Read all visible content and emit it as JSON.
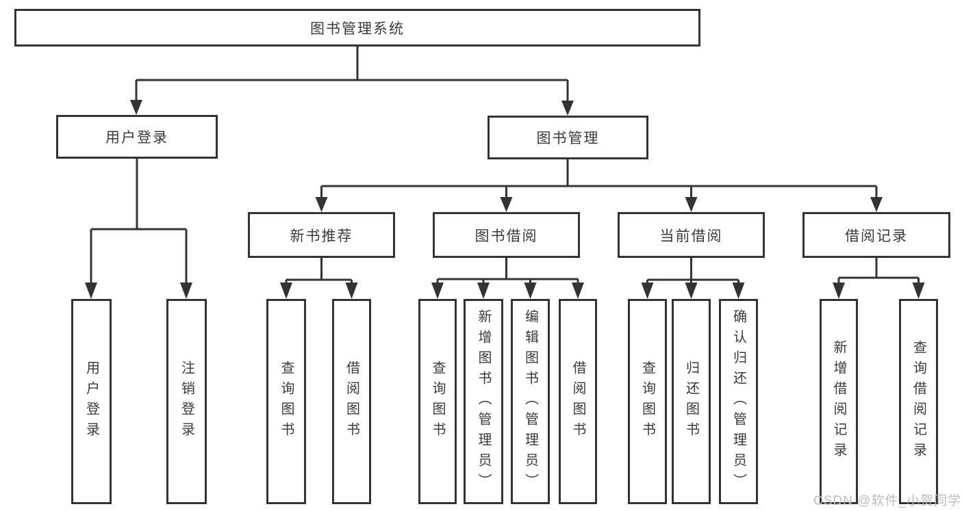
{
  "theme": {
    "line": "#333333",
    "text": "#3a3a3e",
    "bg": "#ffffff",
    "watermark": "#bcbcbc"
  },
  "diagram": {
    "type": "tree",
    "root": {
      "label": "图书管理系统"
    },
    "level1": [
      {
        "label": "用户登录"
      },
      {
        "label": "图书管理"
      }
    ],
    "level2": [
      {
        "label": "新书推荐"
      },
      {
        "label": "图书借阅"
      },
      {
        "label": "当前借阅"
      },
      {
        "label": "借阅记录"
      }
    ],
    "leaves": {
      "user_login": [
        {
          "label": "用户登录"
        },
        {
          "label": "注销登录"
        }
      ],
      "new_book_recommend": [
        {
          "label": "查询图书"
        },
        {
          "label": "借阅图书"
        }
      ],
      "book_borrow": [
        {
          "label": "查询图书"
        },
        {
          "label": "新增图书（管理员）"
        },
        {
          "label": "编辑图书（管理员）"
        },
        {
          "label": "借阅图书"
        }
      ],
      "current_borrow": [
        {
          "label": "查询图书"
        },
        {
          "label": "归还图书"
        },
        {
          "label": "确认归还（管理员）"
        }
      ],
      "borrow_records": [
        {
          "label": "新增借阅记录"
        },
        {
          "label": "查询借阅记录"
        }
      ]
    }
  },
  "watermark": {
    "text": "CSDN @软件_小贺同学"
  }
}
